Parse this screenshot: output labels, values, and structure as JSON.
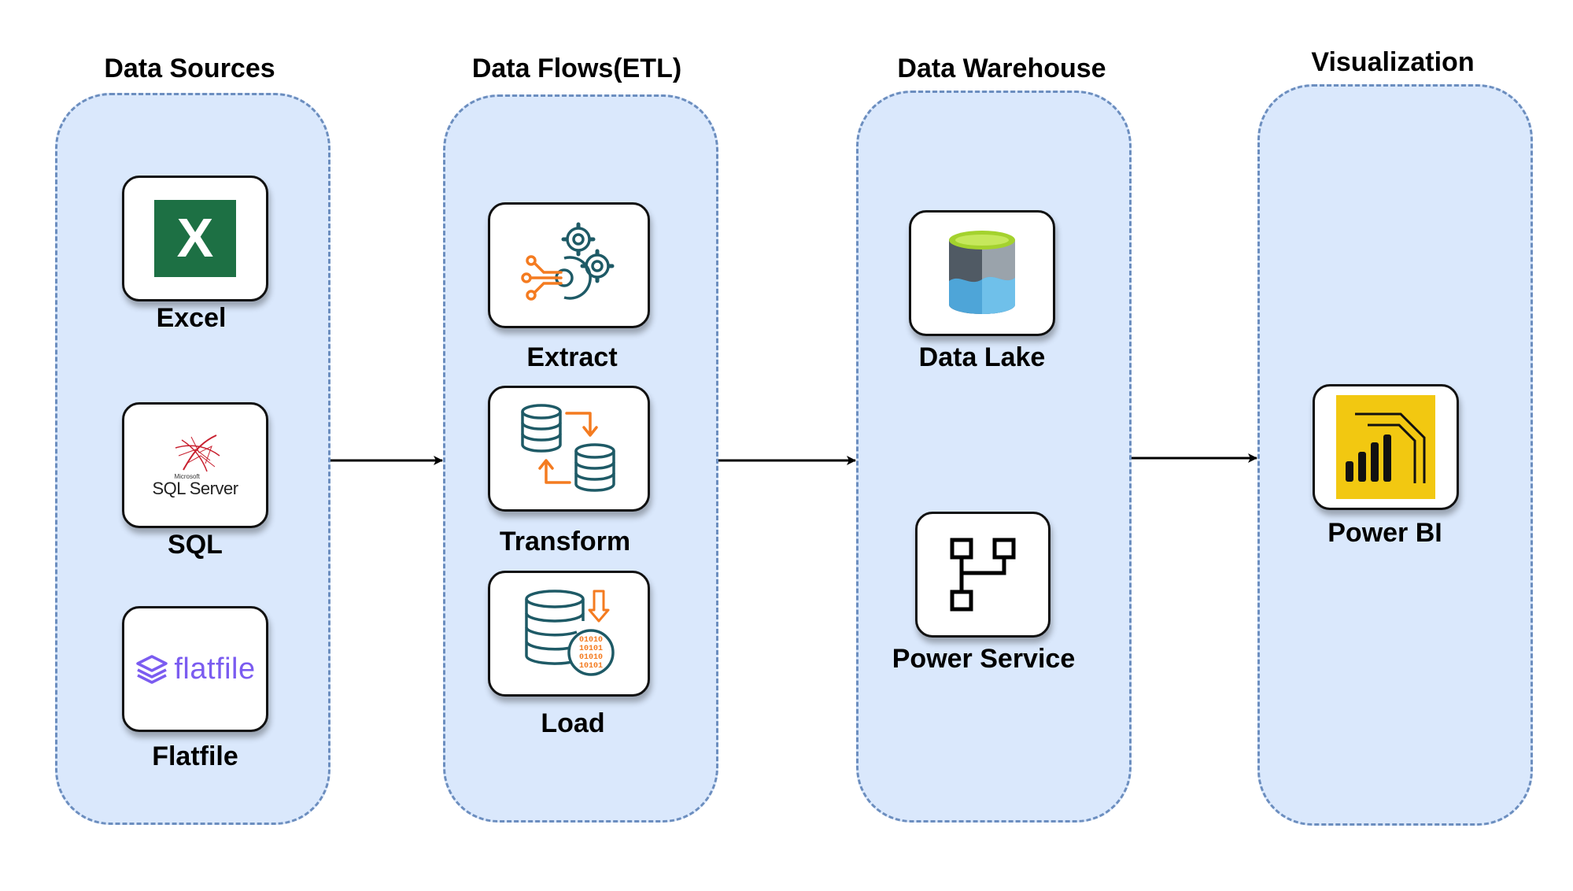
{
  "lanes": [
    {
      "title": "Data Sources",
      "items": [
        "Excel",
        "SQL",
        "Flatfile"
      ]
    },
    {
      "title": "Data Flows(ETL)",
      "items": [
        "Extract",
        "Transform",
        "Load"
      ]
    },
    {
      "title": "Data Warehouse",
      "items": [
        "Data Lake",
        "Power Service"
      ]
    },
    {
      "title": "Visualization",
      "items": [
        "Power BI"
      ]
    }
  ],
  "logos": {
    "excel_glyph": "X",
    "sql_microsoft": "Microsoft",
    "sql_server": "SQL Server",
    "flatfile_word": "flatfile",
    "load_binary": [
      "01010",
      "10101",
      "01010",
      "10101"
    ]
  },
  "colors": {
    "lane_fill": "#dae8fc",
    "lane_border": "#6c8ebf",
    "excel_green": "#1d7044",
    "accent_orange": "#f47b20",
    "icon_teal": "#1e5a66",
    "flatfile_purple": "#7b5cf0",
    "powerbi_yellow": "#f2c811",
    "datalake_green": "#a4d22e",
    "datalake_blue": "#4ea5d8"
  },
  "icons": [
    "excel-logo",
    "sql-server-logo",
    "flatfile-logo",
    "gears-icon",
    "database-sync-icon",
    "database-load-icon",
    "data-lake-icon",
    "flow-diagram-icon",
    "power-bi-logo",
    "arrow-right-icon"
  ]
}
